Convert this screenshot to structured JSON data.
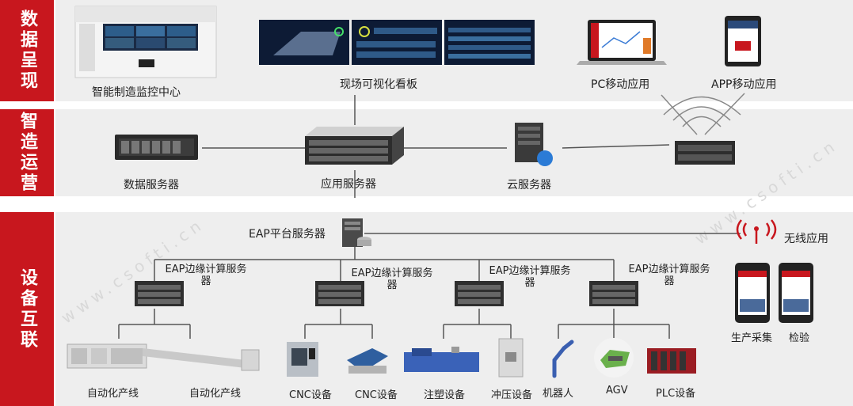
{
  "sections": [
    {
      "label": "数据呈现"
    },
    {
      "label": "智造运营"
    },
    {
      "label": "设备互联"
    }
  ],
  "presentation": {
    "monitor_center": "智能制造监控中心",
    "dashboard": "现场可视化看板",
    "pc_app": "PC移动应用",
    "mobile_app": "APP移动应用"
  },
  "operations": {
    "data_server": "数据服务器",
    "app_server": "应用服务器",
    "cloud_server": "云服务器"
  },
  "devices": {
    "eap_platform": "EAP平台服务器",
    "wireless": "无线应用",
    "edge_servers": [
      {
        "label": "EAP边缘计算服务器"
      },
      {
        "label": "EAP边缘计算服务器"
      },
      {
        "label": "EAP边缘计算服务器"
      },
      {
        "label": "EAP边缘计算服务器"
      }
    ],
    "equipment": [
      {
        "label": "自动化产线"
      },
      {
        "label": "自动化产线"
      },
      {
        "label": "CNC设备"
      },
      {
        "label": "CNC设备"
      },
      {
        "label": "注塑设备"
      },
      {
        "label": "冲压设备"
      },
      {
        "label": "机器人"
      },
      {
        "label": "AGV"
      },
      {
        "label": "PLC设备"
      }
    ],
    "handhelds": [
      {
        "label": "生产采集"
      },
      {
        "label": "检验"
      }
    ]
  },
  "watermark": "www.csofti.cn",
  "colors": {
    "accent": "#c8171e",
    "band": "#eeeeee",
    "line": "#555555"
  }
}
